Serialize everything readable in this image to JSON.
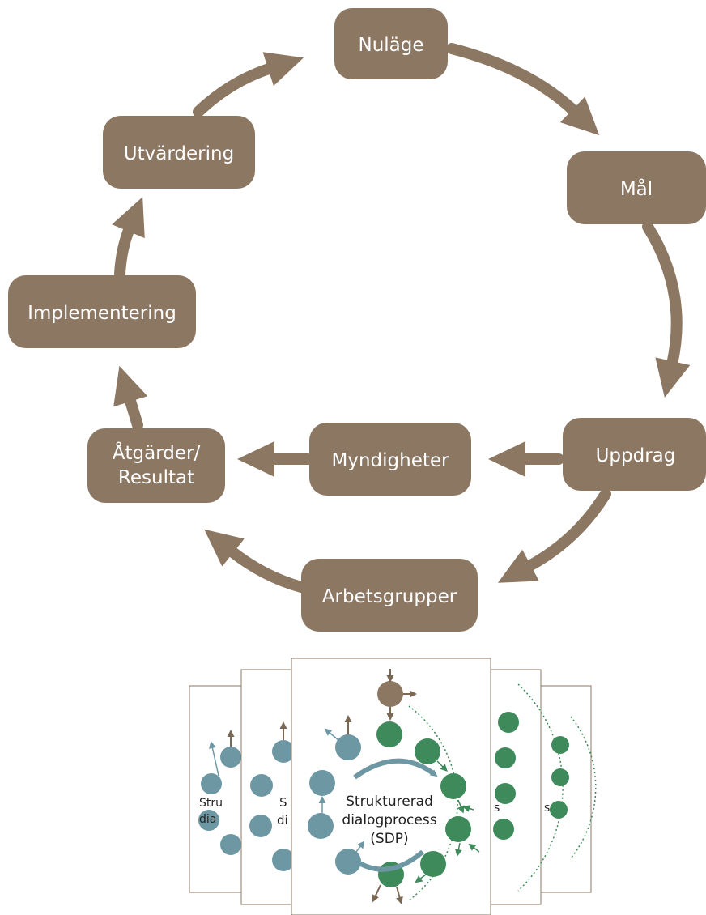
{
  "diagram": {
    "node_color": "#8c7763",
    "nodes": {
      "nulage": "Nuläge",
      "mal": "Mål",
      "uppdrag": "Uppdrag",
      "myndigheter": "Myndigheter",
      "atgarder_1": "Åtgärder/",
      "atgarder_2": "Resultat",
      "arbetsgrupper": "Arbetsgrupper",
      "implementering": "Implementering",
      "utvardering": "Utvärdering"
    }
  },
  "thumbnail": {
    "colors": {
      "blue": "#6e97a4",
      "green": "#3f8a5a",
      "brown": "#8c7763"
    },
    "title_1": "Strukturerad",
    "title_2": "dialogprocess",
    "title_3": "(SDP)",
    "back_left_1": "Stru",
    "back_left_2": "dia",
    "back_mid_1": "S",
    "back_mid_2": "di"
  }
}
